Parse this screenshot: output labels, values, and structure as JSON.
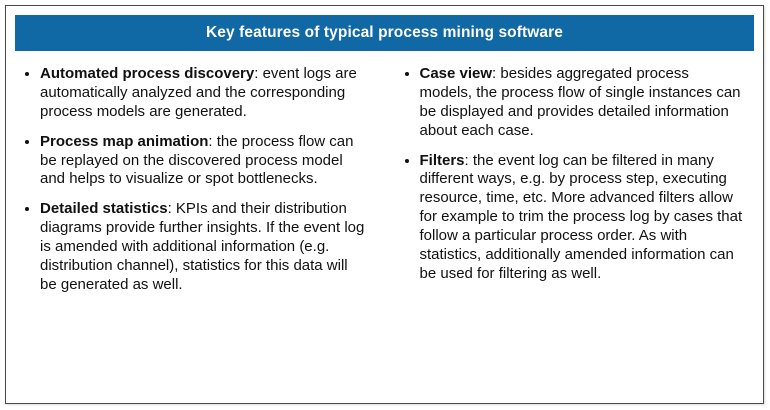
{
  "header": {
    "title": "Key features of typical process mining software"
  },
  "colors": {
    "header_bg": "#1068a4",
    "header_text": "#ffffff",
    "body_text": "#111111",
    "border": "#4a4a4a"
  },
  "columns": {
    "left": {
      "items": [
        {
          "term": "Automated process discovery",
          "rest": ": event logs are automatically analyzed and the corresponding process models are generated."
        },
        {
          "term": "Process map animation",
          "rest": ": the process flow can be replayed on the discovered process model and helps to visualize or spot bottlenecks."
        },
        {
          "term": "Detailed statistics",
          "rest": ": KPIs and their distribution diagrams provide further insights. If the event log is amended with additional information (e.g. distribution channel), statistics for this data will be generated as well."
        }
      ]
    },
    "right": {
      "items": [
        {
          "term": "Case view",
          "rest": ": besides aggregated process models, the process flow of single instances can be displayed and provides detailed information about each case."
        },
        {
          "term": "Filters",
          "rest": ": the event log can be filtered in many different ways, e.g. by process step, executing resource, time, etc. More advanced filters allow for example to trim the process log by cases that follow a particular process order. As with statistics, additionally amended information can be used for filtering as well."
        }
      ]
    }
  }
}
